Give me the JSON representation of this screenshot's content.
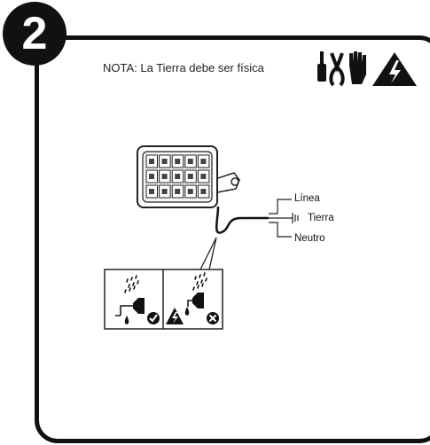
{
  "step": {
    "number": "2"
  },
  "note": {
    "text": "NOTA: La Tierra debe ser física"
  },
  "header_icons": [
    "screwdriver-icon",
    "pliers-icon",
    "gloves-icon",
    "electric-hazard-icon"
  ],
  "wiring": {
    "line_label": "Línea",
    "earth_label": "Tierra",
    "neutral_label": "Neutro"
  },
  "detail_panels": [
    {
      "name": "correct-installation",
      "status_icon": "check-icon"
    },
    {
      "name": "incorrect-installation",
      "status_icon": "cross-icon",
      "warning_icon": "electric-hazard-icon"
    }
  ]
}
